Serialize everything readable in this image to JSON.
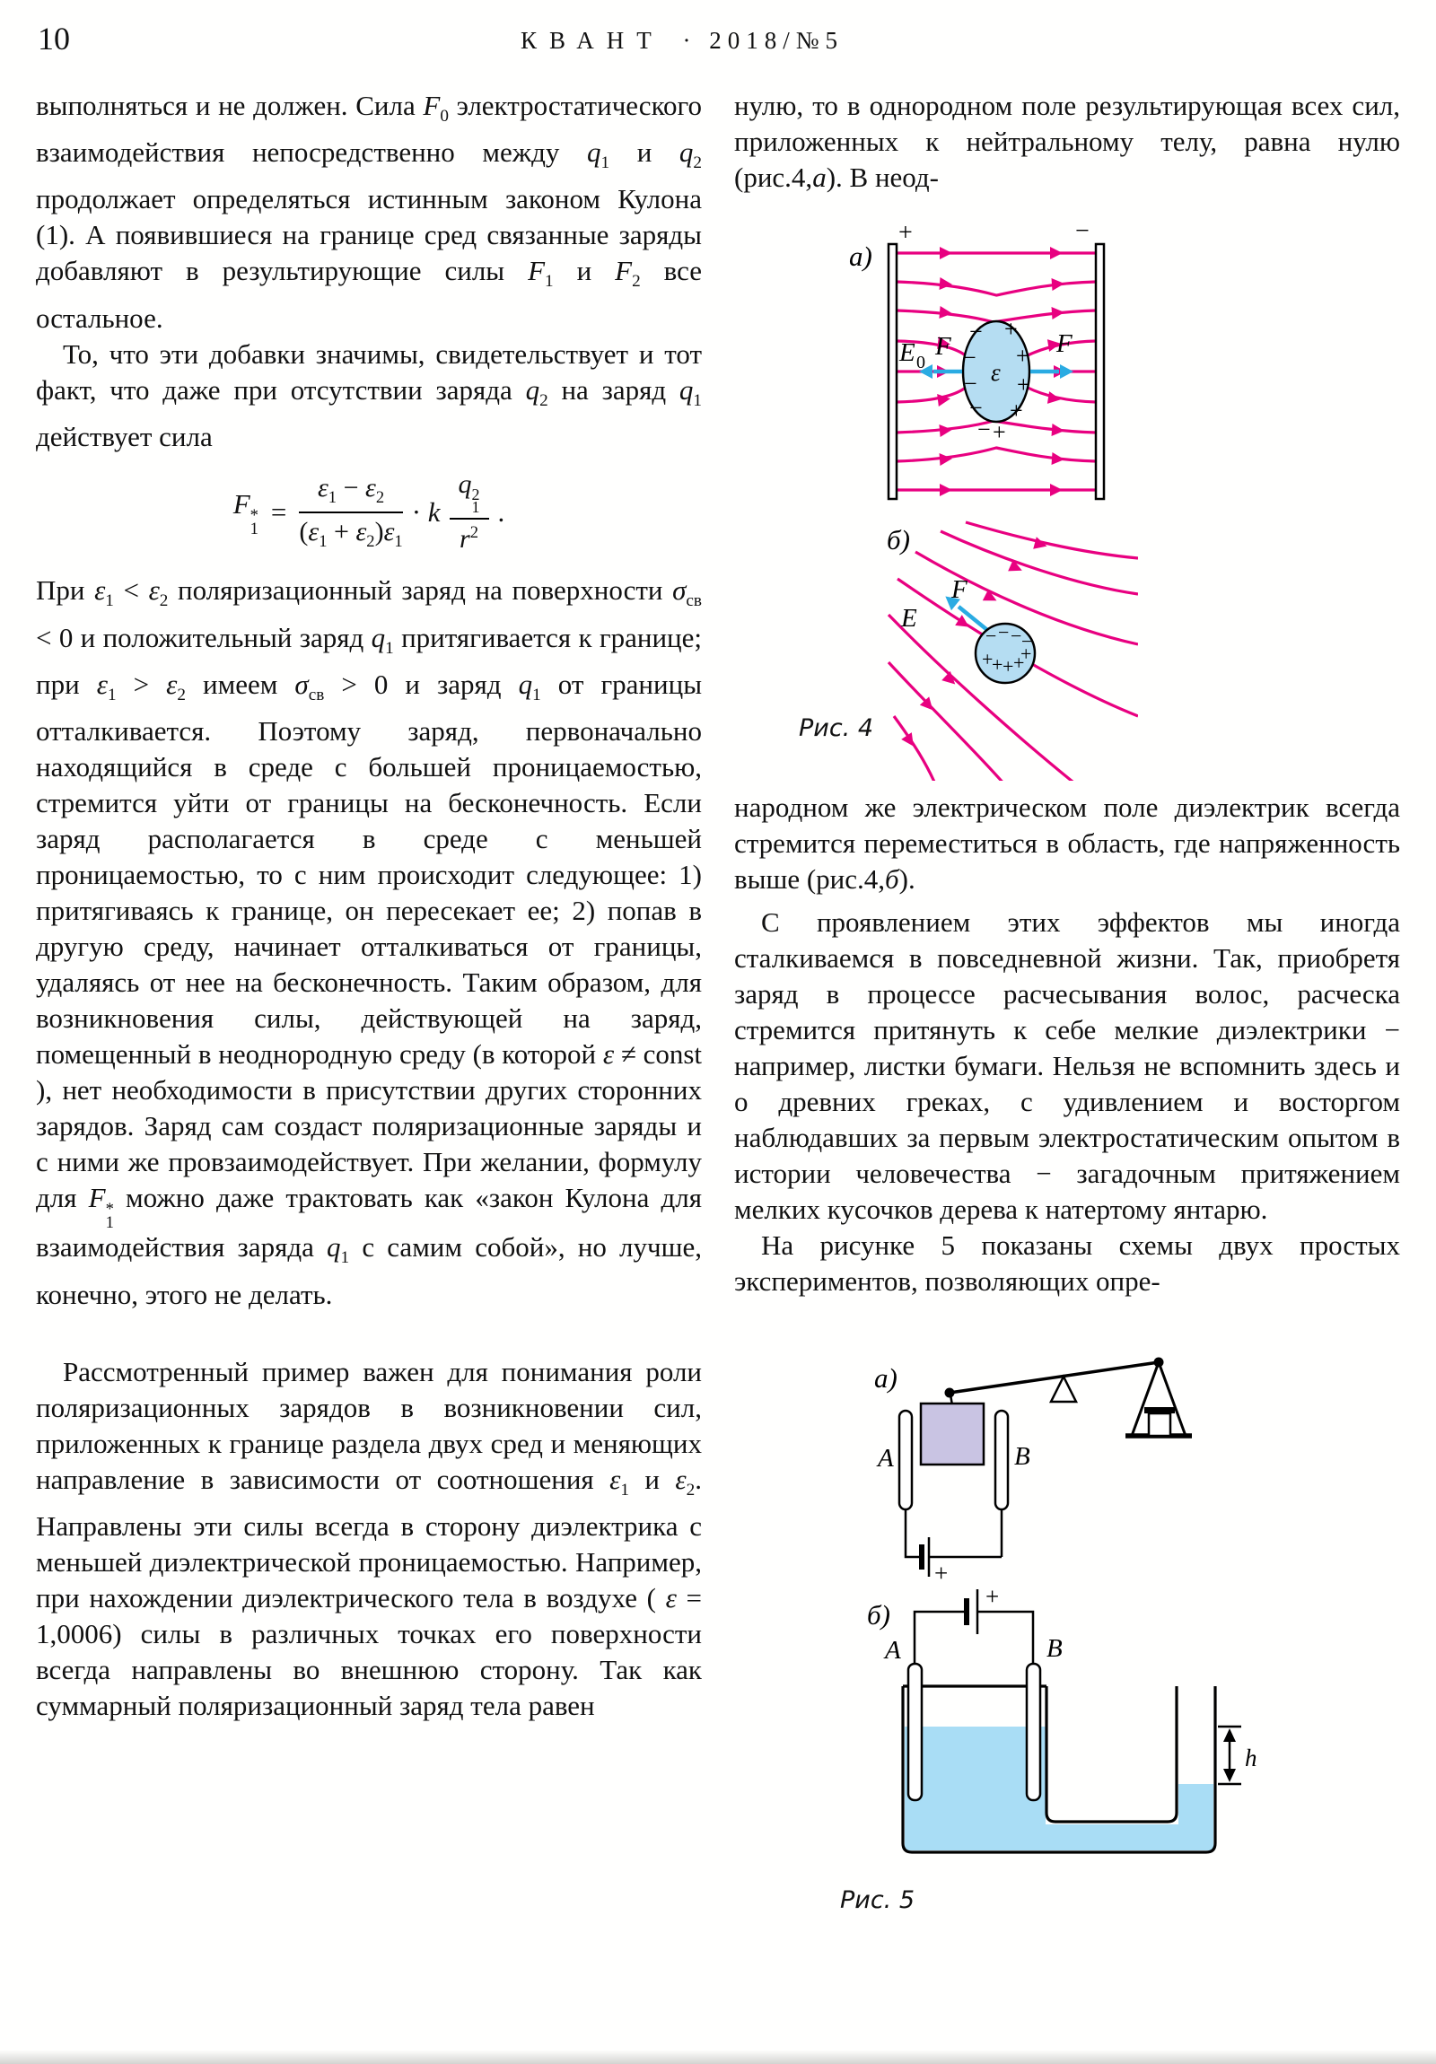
{
  "header": {
    "page_number": "10",
    "journal": "КВАНТ",
    "separator": "·",
    "issue": "2018/№5"
  },
  "left_column": {
    "p1": "выполняться и не должен. Сила <i>F</i><sub>0</sub> электростатического взаимодействия непосредственно между <i>q</i><sub>1</sub> и <i>q</i><sub>2</sub> продолжает определяться истинным законом Кулона (1). А появившиеся на границе сред связанные заряды добавляют в результирующие силы <i>F</i><sub>1</sub> и <i>F</i><sub>2</sub> все остальное.",
    "p2": "То, что эти добавки значимы, свидетельствует и тот факт, что даже при отсутствии заряда <i>q</i><sub>2</sub> на заряд <i>q</i><sub>1</sub> действует сила",
    "p3": "При <i>ε</i><sub>1</sub> &lt; <i>ε</i><sub>2</sub> поляризационный заряд на поверхности <i>σ</i><sub>св</sub> &lt; 0 и положительный заряд <i>q</i><sub>1</sub> притягивается к границе; при <i>ε</i><sub>1</sub> &gt; <i>ε</i><sub>2</sub> имеем <i>σ</i><sub>св</sub> &gt; 0 и заряд <i>q</i><sub>1</sub> от границы отталкивается. Поэтому заряд, первоначально находящийся в среде с большей проницаемостью, стремится уйти от границы на бесконечность. Если заряд располагается в среде с меньшей проницаемостью, то с ним происходит следующее: 1) притягиваясь к границе, он пересекает ее; 2) попав в другую среду, начинает отталкиваться от границы, удаляясь от нее на бесконечность. Таким образом, для возникновения силы, действующей на заряд, помещенный в неоднородную среду (в которой <i>ε</i> ≠ const ), нет необходимости в присутствии других сторонних зарядов. Заряд сам создаст поляризационные заряды и с ними же провзаимодействует. При желании, формулу для <i>F</i><span class='ss'><span>*</span><span>1</span></span> можно даже трактовать как «закон Кулона для взаимодействия заряда <i>q</i><sub>1</sub> с самим собой», но лучше, конечно, этого не делать.",
    "p4": "Рассмотренный пример важен для понимания роли поляризационных зарядов в возникновении сил, приложенных к границе раздела двух сред и меняющих направление в зависимости от соотношения <i>ε</i><sub>1</sub> и <i>ε</i><sub>2</sub>. Направлены эти силы всегда в сторону диэлектрика с меньшей диэлектрической проницаемостью. Например, при нахождении диэлектрического тела в воздухе ( <i>ε</i> = 1,0006) силы в различных точках его поверхности всегда направлены во внешнюю сторону. Так как суммарный поляризационный заряд тела равен"
  },
  "formula": {
    "lhs": "F",
    "sup": "*",
    "sub": "1",
    "eq": "=",
    "num": "<i>ε</i><sub>1</sub> − <i>ε</i><sub>2</sub>",
    "den": "(<i>ε</i><sub>1</sub> + <i>ε</i><sub>2</sub>)<i>ε</i><sub>1</sub>",
    "mid": "· <i>k</i>",
    "num2": "<i>q</i><span class='ss'><span>2</span><span>1</span></span>",
    "den2": "<i>r</i><sup>2</sup>",
    "period": "."
  },
  "right_column": {
    "p1": "нулю, то в однородном поле результирующая всех сил, приложенных к нейтральному телу, равна нулю (рис.4,<i>а</i>). В неод-",
    "p2": "народном же электрическом поле диэлектрик всегда стремится переместиться в область, где напряженность выше (рис.4,<i>б</i>).",
    "p3": "С проявлением этих эффектов мы иногда сталкиваемся в повседневной жизни. Так, приобретя заряд в процессе расчесывания волос, расческа стремится притянуть к себе мелкие диэлектрики − например, листки бумаги. Нельзя не вспомнить здесь и о древних греках, с удивлением и восторгом наблюдавших за первым электростатическим опытом в истории человечества − загадочным притяжением мелких кусочков дерева к натертому янтарю.",
    "p4": "На рисунке 5 показаны схемы двух простых экспериментов, позволяющих опре-"
  },
  "fig4": {
    "caption": "Рис. 4",
    "a_label": "а)",
    "b_label": "б)",
    "plus": "+",
    "minus": "−",
    "epsilon": "ε",
    "E_label": "E",
    "E_sub": "0",
    "F_label": "F",
    "colors": {
      "field_line": "#e80080",
      "force_arrow": "#2aabe2",
      "dielectric_fill": "#b5ddf2"
    }
  },
  "fig5": {
    "caption": "Рис. 5",
    "a_label": "а)",
    "b_label": "б)",
    "A_label": "A",
    "B_label": "B",
    "plus": "+",
    "h_label": "h",
    "colors": {
      "liquid": "#a9ddf5",
      "block": "#c9c4e3"
    }
  }
}
